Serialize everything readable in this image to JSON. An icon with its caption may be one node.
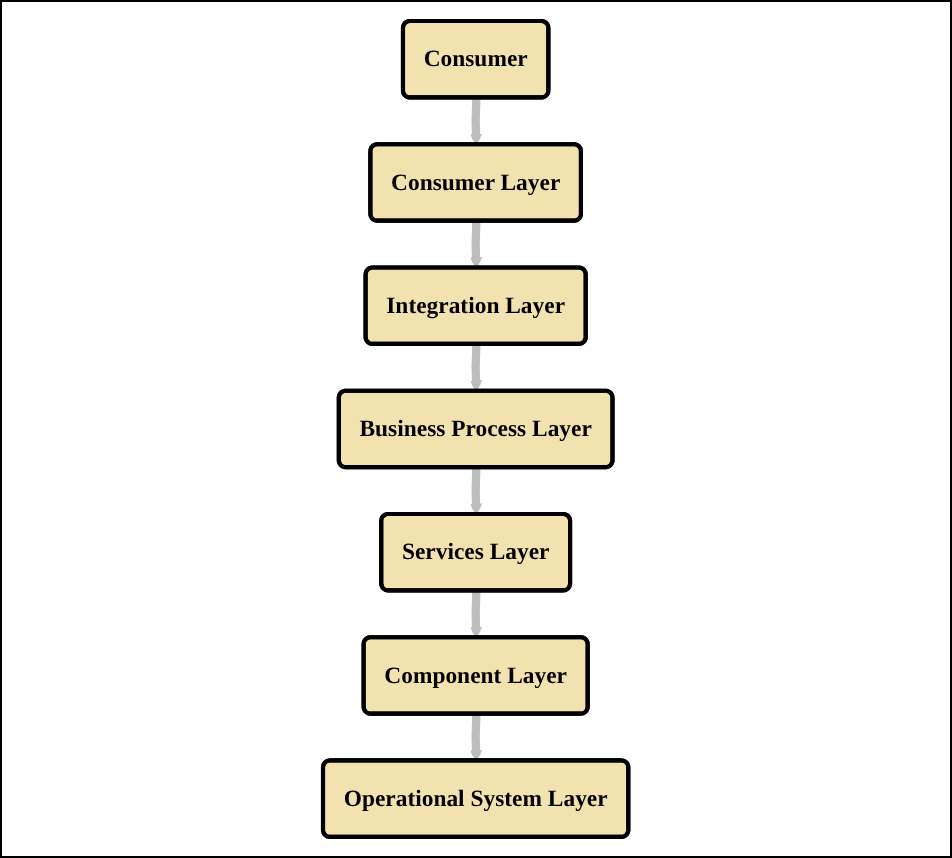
{
  "diagram": {
    "nodes": [
      {
        "text": [
          "Consumer"
        ]
      },
      {
        "text": [
          "Consumer Layer"
        ]
      },
      {
        "text": [
          "Integration Layer"
        ]
      },
      {
        "text": [
          "Business Process Layer"
        ]
      },
      {
        "text": [
          "Services Layer"
        ]
      },
      {
        "text": [
          "Component Layer"
        ]
      },
      {
        "text": [
          "Operational System Layer"
        ]
      }
    ],
    "edges": [
      {
        "from": 0,
        "to": 1,
        "arrow": "to"
      },
      {
        "from": 1,
        "to": 2,
        "arrow": "to"
      },
      {
        "from": 2,
        "to": 3,
        "arrow": "to"
      },
      {
        "from": 3,
        "to": 4,
        "arrow": "to"
      },
      {
        "from": 4,
        "to": 5,
        "arrow": "to"
      },
      {
        "from": 5,
        "to": 6,
        "arrow": "to"
      }
    ]
  }
}
